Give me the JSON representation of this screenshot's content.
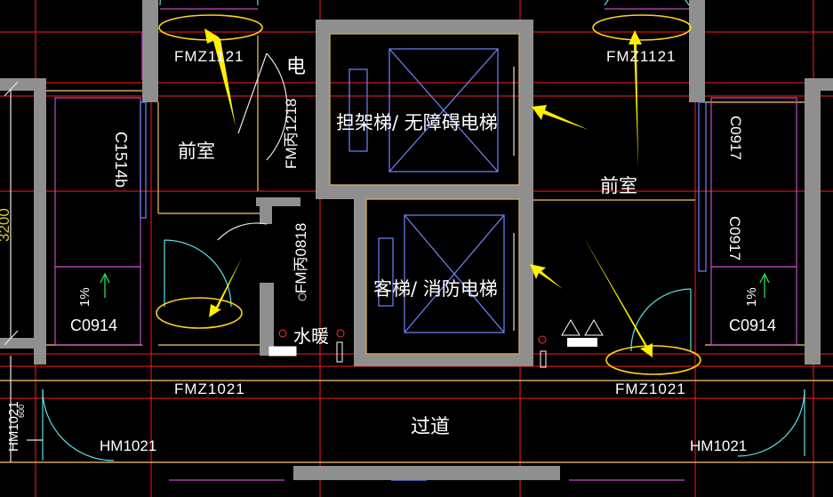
{
  "labels": {
    "fmz_top_left": "FMZ1121",
    "fmz_top_right": "FMZ1121",
    "dian": "电",
    "fm_bing_1218": "FM丙1218",
    "stretcher_elevator": "担架梯/ 无障碍电梯",
    "qianshi_left": "前室",
    "qianshi_right": "前室",
    "c1514b": "C1514b",
    "c0917_upper": "C0917",
    "c0917_lower": "C0917",
    "fm_bing_0818": "FM丙0818",
    "passenger_fire_elevator": "客梯/ 消防电梯",
    "shuinuan": "水暖",
    "c0914_left": "C0914",
    "c0914_right": "C0914",
    "pct_left": "1%",
    "pct_right": "1%",
    "fmz1021_left": "FMZ1021",
    "fmz1021_right": "FMZ1021",
    "guodao": "过道",
    "hm1021_left": "HM1021",
    "hm1021_right": "HM1021",
    "hm1021_vertical": "HM1021",
    "dim_3200": "3200",
    "dim_600": "600"
  },
  "colors": {
    "background": "#000000",
    "wall": "#8f8f8f",
    "highlight_arrow": "#ffef00",
    "highlight_ellipse": "#ffd21a",
    "axis_line": "#ff1a1a",
    "door_swing": "#5fe0e0",
    "window": "#c24bc2"
  }
}
